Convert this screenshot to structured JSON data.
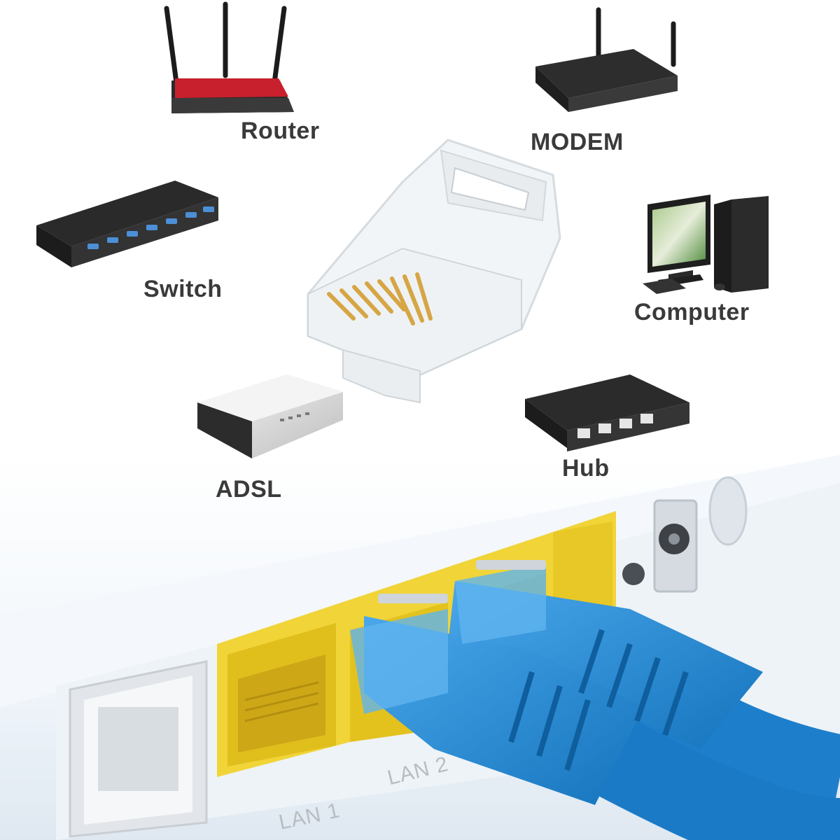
{
  "labels": {
    "router": "Router",
    "modem": "MODEM",
    "switch": "Switch",
    "computer": "Computer",
    "adsl": "ADSL",
    "hub": "Hub"
  },
  "port_labels": {
    "lan1": "LAN 1",
    "lan2": "LAN 2"
  },
  "colors": {
    "cable": "#1e8ad6",
    "port": "#f2d33a",
    "router_red": "#c8202c"
  }
}
